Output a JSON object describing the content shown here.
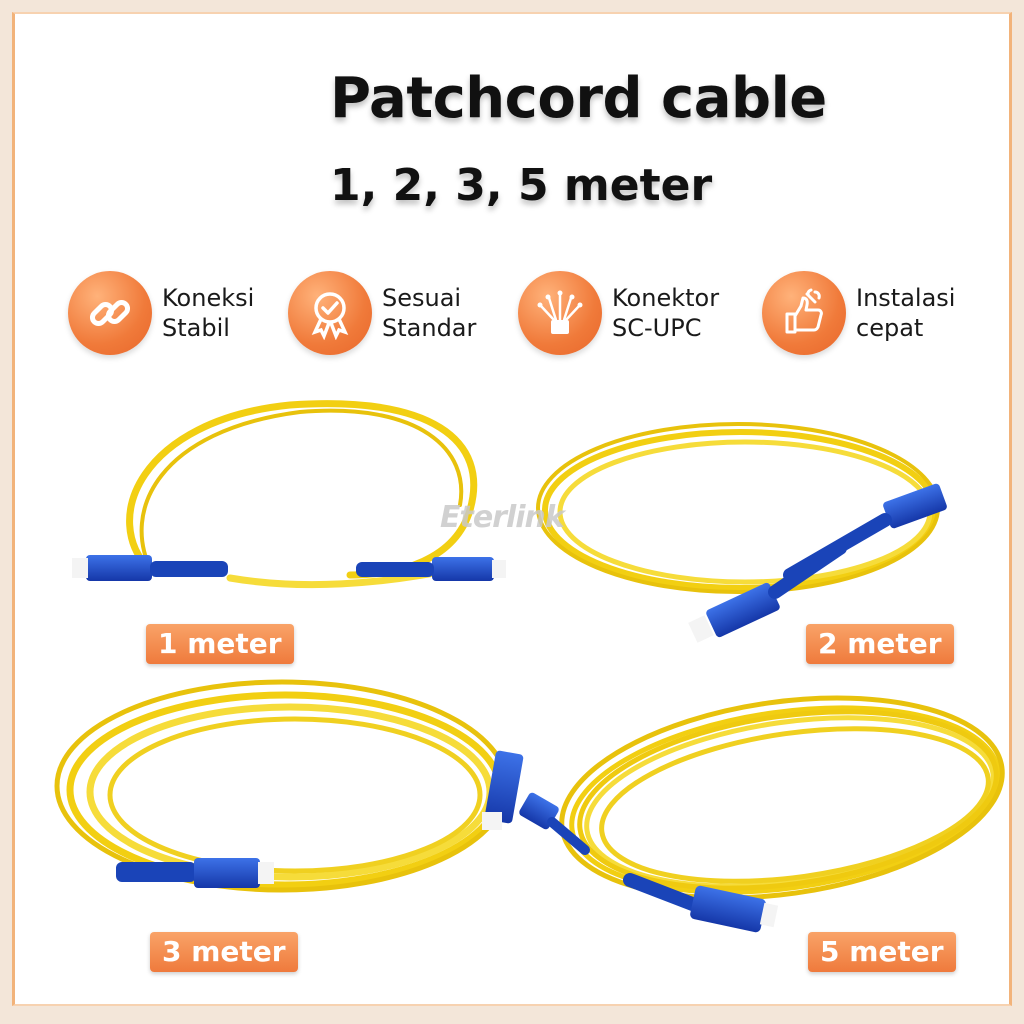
{
  "title": "Patchcord cable",
  "subtitle": "1, 2, 3, 5 meter",
  "features": [
    {
      "line1": "Koneksi",
      "line2": "Stabil",
      "icon": "chain-link-icon"
    },
    {
      "line1": "Sesuai",
      "line2": "Standar",
      "icon": "award-badge-icon"
    },
    {
      "line1": "Konektor",
      "line2": "SC-UPC",
      "icon": "fiber-optic-icon"
    },
    {
      "line1": "Instalasi",
      "line2": "cepat",
      "icon": "thumbs-up-wrench-icon"
    }
  ],
  "labels": {
    "one": "1 meter",
    "two": "2 meter",
    "three": "3 meter",
    "five": "5 meter"
  },
  "watermark": "Eterlink",
  "colors": {
    "accent": "#f07a3a",
    "cable": "#f5d51e",
    "connector": "#1f4fc7"
  }
}
